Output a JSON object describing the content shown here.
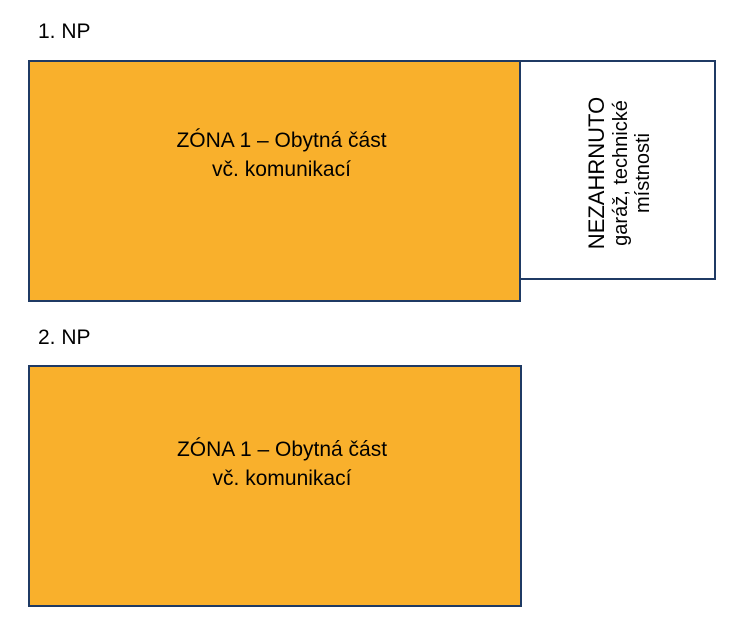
{
  "floors": [
    {
      "label": "1. NP",
      "zones": [
        {
          "line1": "ZÓNA 1 – Obytná část",
          "line2": "vč. komunikací",
          "fill": "#f9b02c"
        },
        {
          "title": "NEZAHRNUTO",
          "sub_line1": "garáž, technické",
          "sub_line2": "místnosti",
          "fill": "#ffffff"
        }
      ]
    },
    {
      "label": "2. NP",
      "zones": [
        {
          "line1": "ZÓNA 1 – Obytná část",
          "line2": "vč. komunikací",
          "fill": "#f9b02c"
        }
      ]
    }
  ],
  "colors": {
    "zone_fill": "#f9b02c",
    "border": "#1f3a64"
  }
}
